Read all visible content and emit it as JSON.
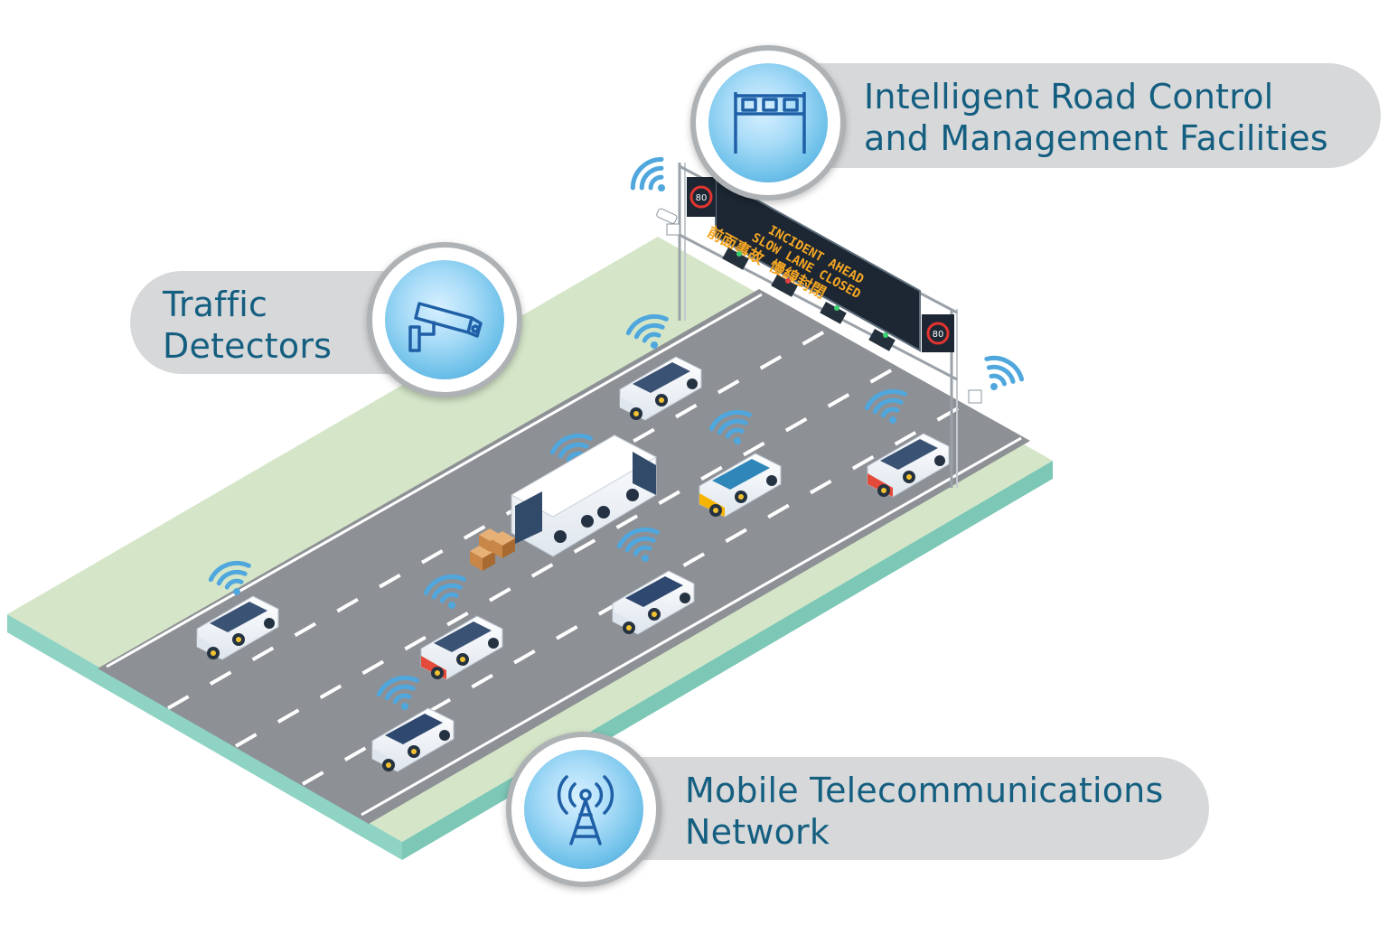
{
  "callouts": {
    "road_control": {
      "line1": "Intelligent Road Control",
      "line2": "and Management Facilities",
      "icon": "gantry-icon"
    },
    "traffic": {
      "line1": "Traffic",
      "line2": "Detectors",
      "icon": "cctv-camera-icon"
    },
    "mobile": {
      "line1": "Mobile Telecommunications",
      "line2": "Network",
      "icon": "cell-tower-icon"
    }
  },
  "sign": {
    "line1": "INCIDENT AHEAD",
    "line2": "SLOW LANE CLOSED",
    "line3": "前面事故  慢線封閉",
    "speed_limit_left": "80",
    "speed_limit_right": "80"
  },
  "colors": {
    "road": "#8d9095",
    "grass": "#d5e6c8",
    "edge": "#8fd3c4",
    "text": "#145e80",
    "wifi": "#4fa7dd"
  }
}
